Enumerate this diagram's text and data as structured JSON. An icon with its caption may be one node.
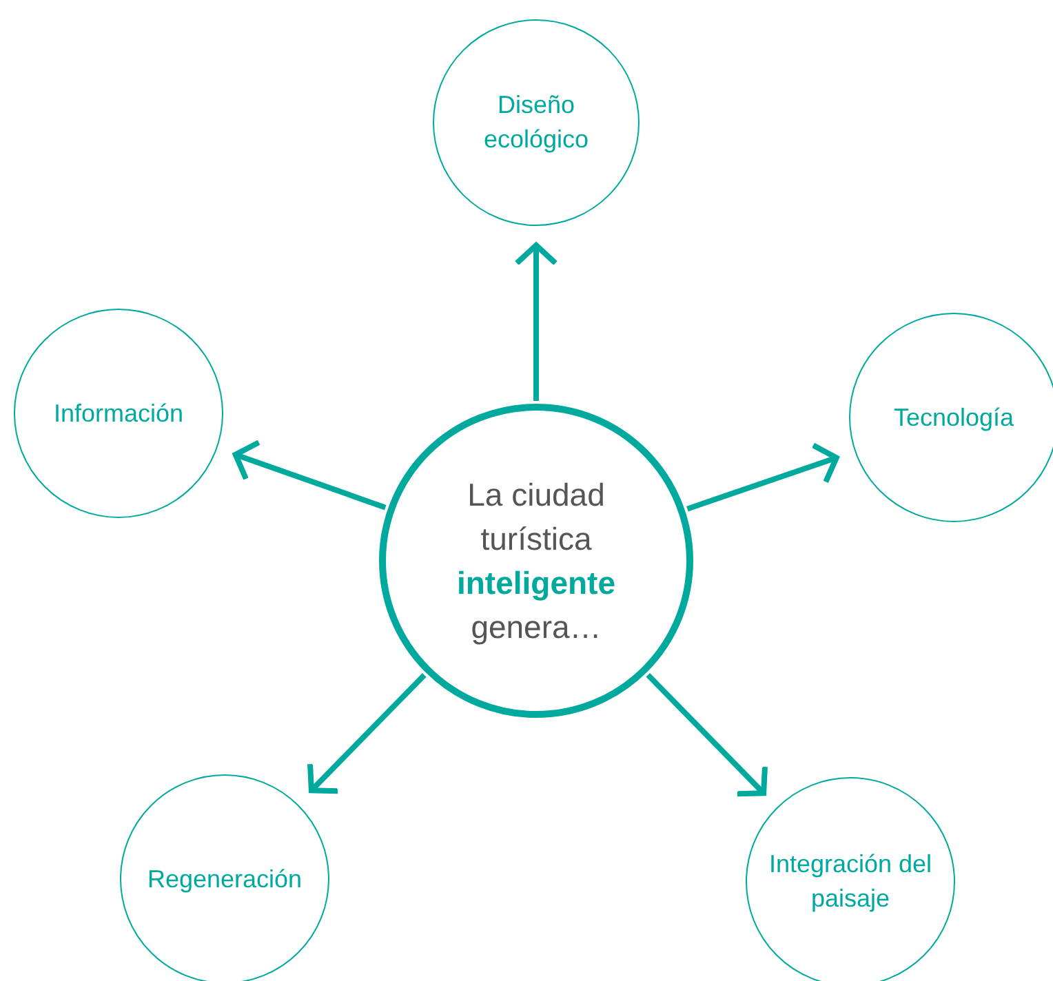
{
  "diagram": {
    "nodes": [
      {
        "text": [
          "La ciudad turística **inteligente** genera…"
        ]
      },
      {
        "text": [
          "Diseño ecológico"
        ]
      },
      {
        "text": [
          "Información"
        ]
      },
      {
        "text": [
          "Tecnología"
        ]
      },
      {
        "text": [
          "Regeneración"
        ]
      },
      {
        "text": [
          "Integración del paisaje"
        ]
      }
    ],
    "edges": [
      {
        "from": 0,
        "to": 1,
        "arrow": "to"
      },
      {
        "from": 0,
        "to": 2,
        "arrow": "to"
      },
      {
        "from": 0,
        "to": 3,
        "arrow": "to"
      },
      {
        "from": 0,
        "to": 4,
        "arrow": "to"
      },
      {
        "from": 0,
        "to": 5,
        "arrow": "to"
      }
    ]
  }
}
